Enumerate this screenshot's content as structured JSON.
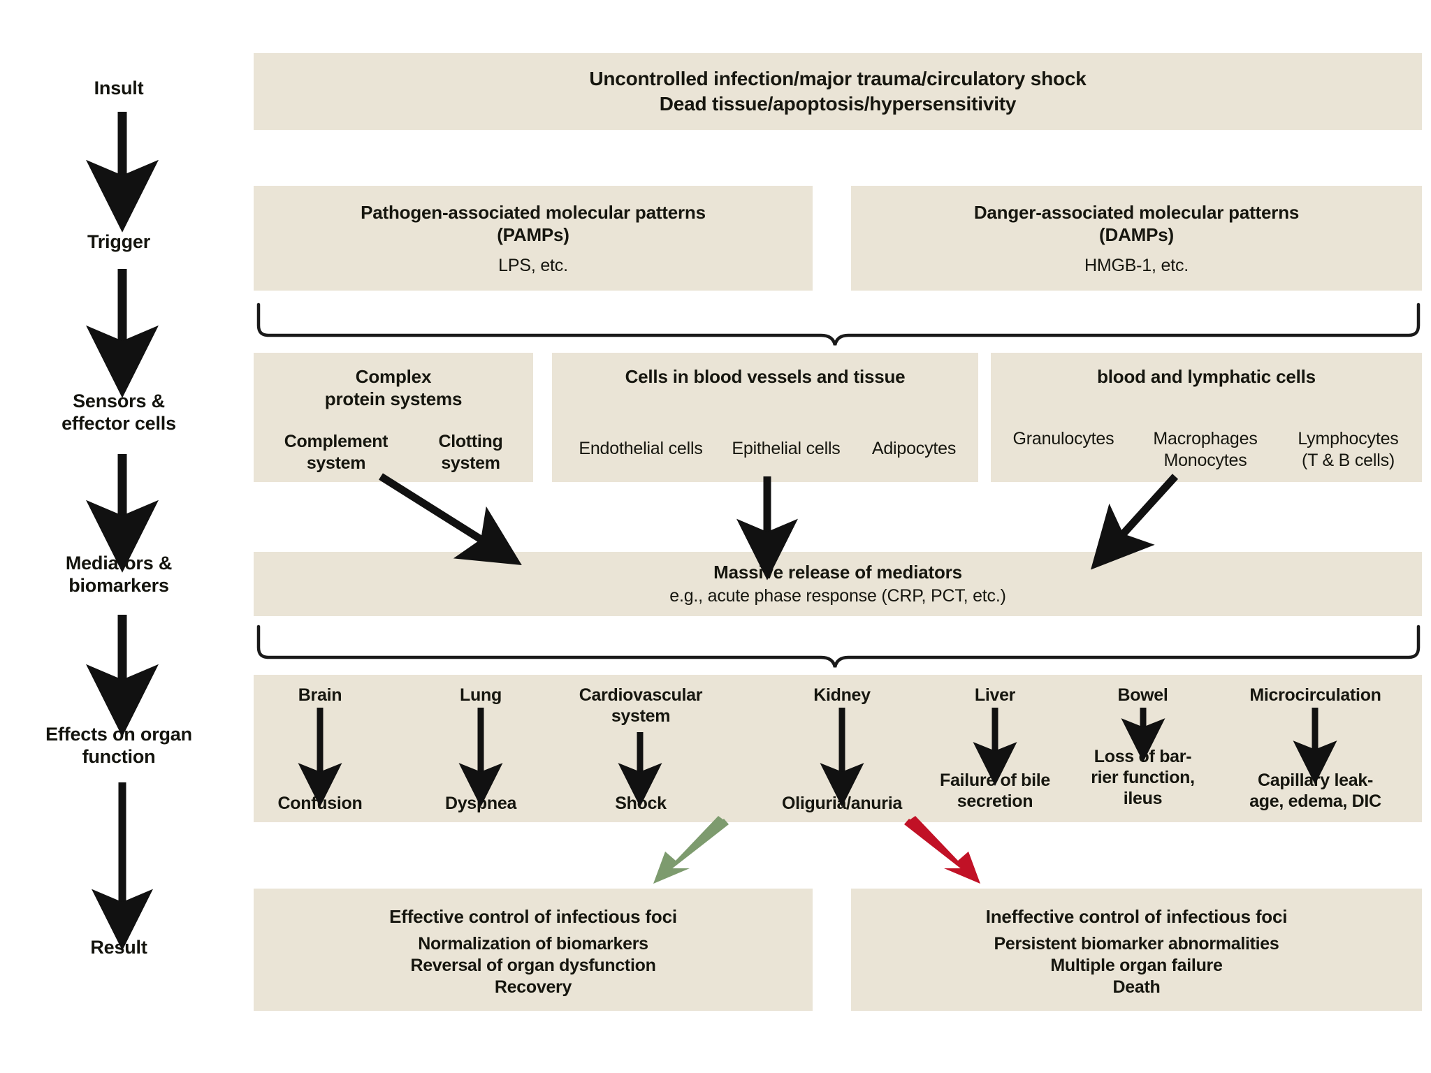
{
  "diagram": {
    "title": "Pathophysiology cascade of sepsis",
    "box_fill": "#eae4d6",
    "arrow_color": "#111111",
    "green_arrow_color": "#7d9b6e",
    "red_arrow_color": "#c11126"
  },
  "stages": [
    {
      "label": "Insult"
    },
    {
      "label": "Trigger"
    },
    {
      "label": "Sensors &\neffector cells"
    },
    {
      "label": "Mediators &\nbiomarkers"
    },
    {
      "label": "Effects on organ\nfunction"
    },
    {
      "label": "Result"
    }
  ],
  "insult_box": {
    "line1": "Uncontrolled infection/major trauma/circulatory shock",
    "line2": "Dead tissue/apoptosis/hypersensitivity"
  },
  "trigger_boxes": [
    {
      "title": "Pathogen-associated molecular patterns",
      "abbrev": "(PAMPs)",
      "example": "LPS, etc."
    },
    {
      "title": "Danger-associated molecular patterns",
      "abbrev": "(DAMPs)",
      "example": "HMGB-1, etc."
    }
  ],
  "sensor_boxes": [
    {
      "header": "Complex\nprotein systems",
      "items": [
        "Complement\nsystem",
        "Clotting\nsystem"
      ]
    },
    {
      "header": "Cells in blood vessels and tissue",
      "items": [
        "Endothelial cells",
        "Epithelial cells",
        "Adipocytes"
      ]
    },
    {
      "header": "blood and lymphatic cells",
      "items": [
        "Granulocytes",
        "Macrophages\nMonocytes",
        "Lymphocytes\n(T & B cells)"
      ]
    }
  ],
  "mediators_box": {
    "line1": "Massive release of mediators",
    "line2": "e.g., acute phase response (CRP, PCT, etc.)"
  },
  "organs": [
    {
      "name": "Brain",
      "effect": "Confusion"
    },
    {
      "name": "Lung",
      "effect": "Dyspnea"
    },
    {
      "name": "Cardiovascular\nsystem",
      "effect": "Shock"
    },
    {
      "name": "Kidney",
      "effect": "Oliguria/anuria"
    },
    {
      "name": "Liver",
      "effect": "Failure of bile\nsecretion"
    },
    {
      "name": "Bowel",
      "effect": "Loss of bar-\nrier function,\nileus"
    },
    {
      "name": "Microcirculation",
      "effect": "Capillary leak-\nage, edema, DIC"
    }
  ],
  "results": [
    {
      "title": "Effective control of infectious foci",
      "lines": "Normalization of biomarkers\nReversal of organ dysfunction\nRecovery"
    },
    {
      "title": "Ineffective control of infectious foci",
      "lines": "Persistent biomarker abnormalities\nMultiple organ failure\nDeath"
    }
  ]
}
